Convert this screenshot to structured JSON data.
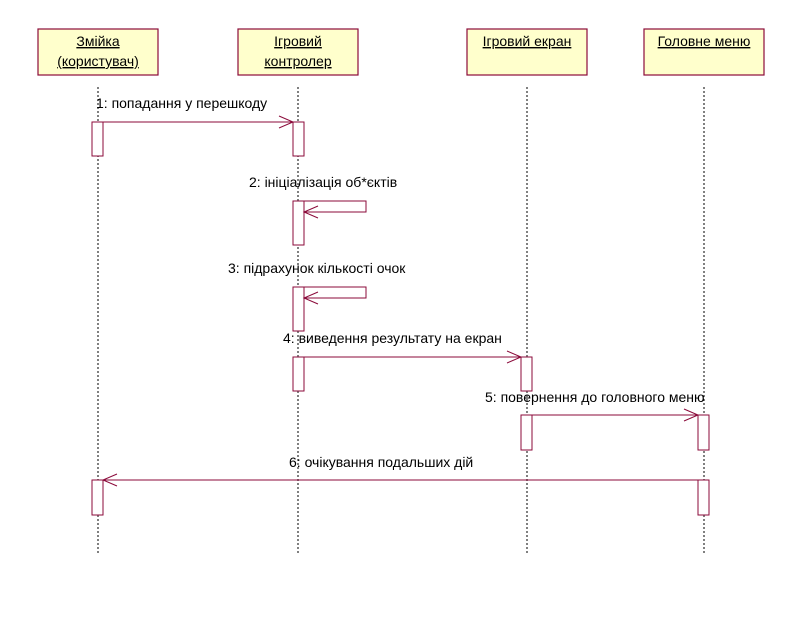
{
  "colors": {
    "object_fill": "#ffffcc",
    "object_border": "#8b0a3a",
    "lifeline": "#000000",
    "activation_fill": "#ffffff",
    "activation_border": "#8b0a3a",
    "message_line": "#8b0a3a",
    "text": "#000000"
  },
  "objects": [
    {
      "lines": [
        "Змійка",
        "(користувач)"
      ]
    },
    {
      "lines": [
        "Ігровий ",
        "контролер"
      ]
    },
    {
      "lines": [
        "Ігровий екран"
      ]
    },
    {
      "lines": [
        "Головне меню"
      ]
    }
  ],
  "messages": [
    {
      "label": "1: попадання у перешкоду",
      "from": 0,
      "to": 1
    },
    {
      "label": "2: ініціалізація об*єктів",
      "from": 1,
      "to": 1
    },
    {
      "label": "3: підрахунок кількості очок",
      "from": 1,
      "to": 1
    },
    {
      "label": "4: виведення результату на екран",
      "from": 1,
      "to": 2
    },
    {
      "label": "5: повернення до головного меню",
      "from": 2,
      "to": 3
    },
    {
      "label": "6: очікування подальших дій",
      "from": 3,
      "to": 0
    }
  ]
}
